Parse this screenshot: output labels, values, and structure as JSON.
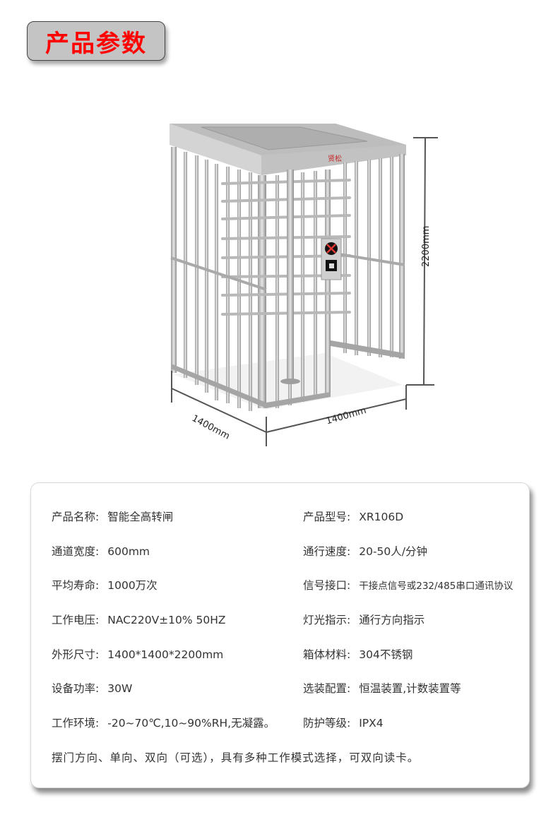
{
  "header": {
    "title": "产品参数"
  },
  "colors": {
    "title_text": "#ff0000",
    "title_bg": "#c4c4c4",
    "text": "#333333"
  },
  "product_image": {
    "description": "full-height stainless steel turnstile with cage frame",
    "brand_mark": "贤松",
    "indicator_icon": "red-x-icon",
    "reader_icon": "card-reader-icon",
    "dimensions": {
      "height": "2200mm",
      "depth": "1400mm",
      "width": "1400mm"
    }
  },
  "specs": {
    "left": [
      {
        "label": "产品名称:",
        "value": "智能全高转闸"
      },
      {
        "label": "通道宽度:",
        "value": "600mm"
      },
      {
        "label": "平均寿命:",
        "value": "1000万次"
      },
      {
        "label": "工作电压:",
        "value": "NAC220V±10% 50HZ"
      },
      {
        "label": "外形尺寸:",
        "value": "1400*1400*2200mm"
      },
      {
        "label": "设备功率:",
        "value": "30W"
      },
      {
        "label": "工作环境:",
        "value": "-20~70℃,10~90%RH,无凝露。"
      }
    ],
    "right": [
      {
        "label": "产品型号:",
        "value": "XR106D"
      },
      {
        "label": "通行速度:",
        "value": "20-50人/分钟"
      },
      {
        "label": "信号接口:",
        "value": "干接点信号或232/485串口通讯协议"
      },
      {
        "label": "灯光指示:",
        "value": "通行方向指示"
      },
      {
        "label": "箱体材料:",
        "value": "304不锈钢"
      },
      {
        "label": "选装配置:",
        "value": "恒温装置,计数装置等"
      },
      {
        "label": "防护等级:",
        "value": "IPX4"
      }
    ],
    "footnote": "摆门方向、单向、双向（可选），具有多种工作模式选择，可双向读卡。"
  }
}
